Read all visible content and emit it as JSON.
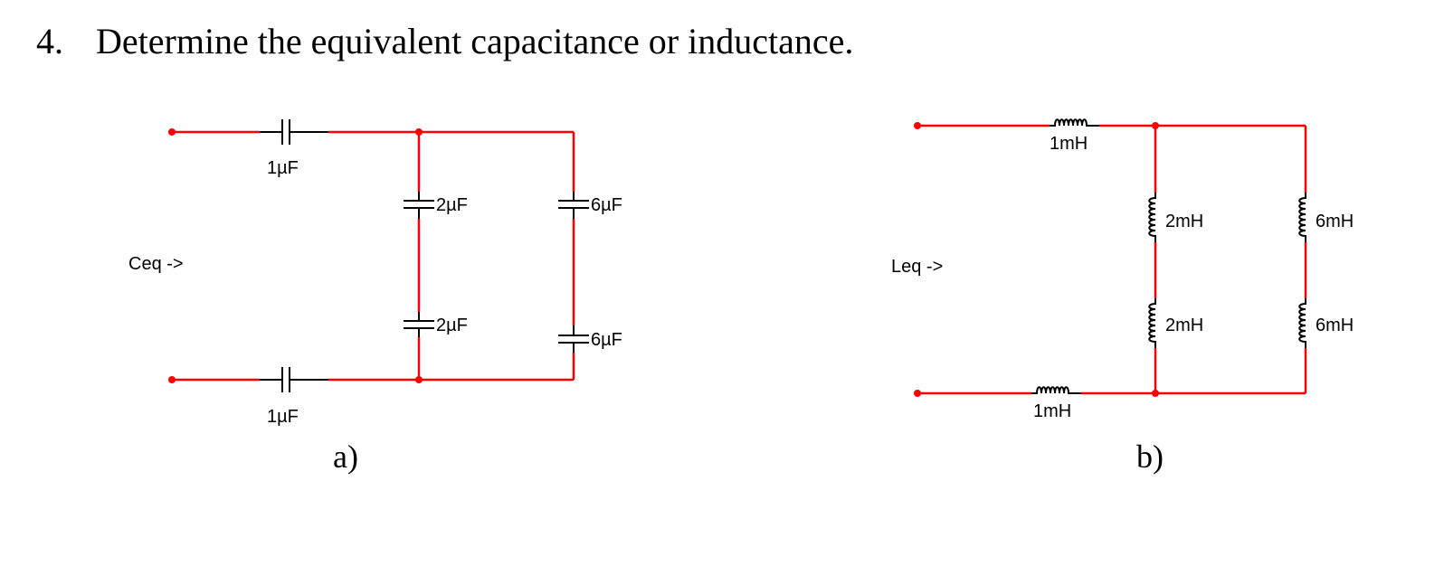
{
  "question": {
    "number": "4.",
    "text": "Determine the equivalent capacitance or inductance."
  },
  "circuit_a": {
    "input_label": "Ceq ->",
    "c_top": "1µF",
    "c_bottom": "1µF",
    "c_mid_upper": "2µF",
    "c_mid_lower": "2µF",
    "c_right_upper": "6µF",
    "c_right_lower": "6µF",
    "caption": "a)"
  },
  "circuit_b": {
    "input_label": "Leq ->",
    "l_top": "1mH",
    "l_bottom": "1mH",
    "l_mid_upper": "2mH",
    "l_mid_lower": "2mH",
    "l_right_upper": "6mH",
    "l_right_lower": "6mH",
    "caption": "b)"
  },
  "colors": {
    "wire": "#ff0000",
    "component": "#000000"
  }
}
